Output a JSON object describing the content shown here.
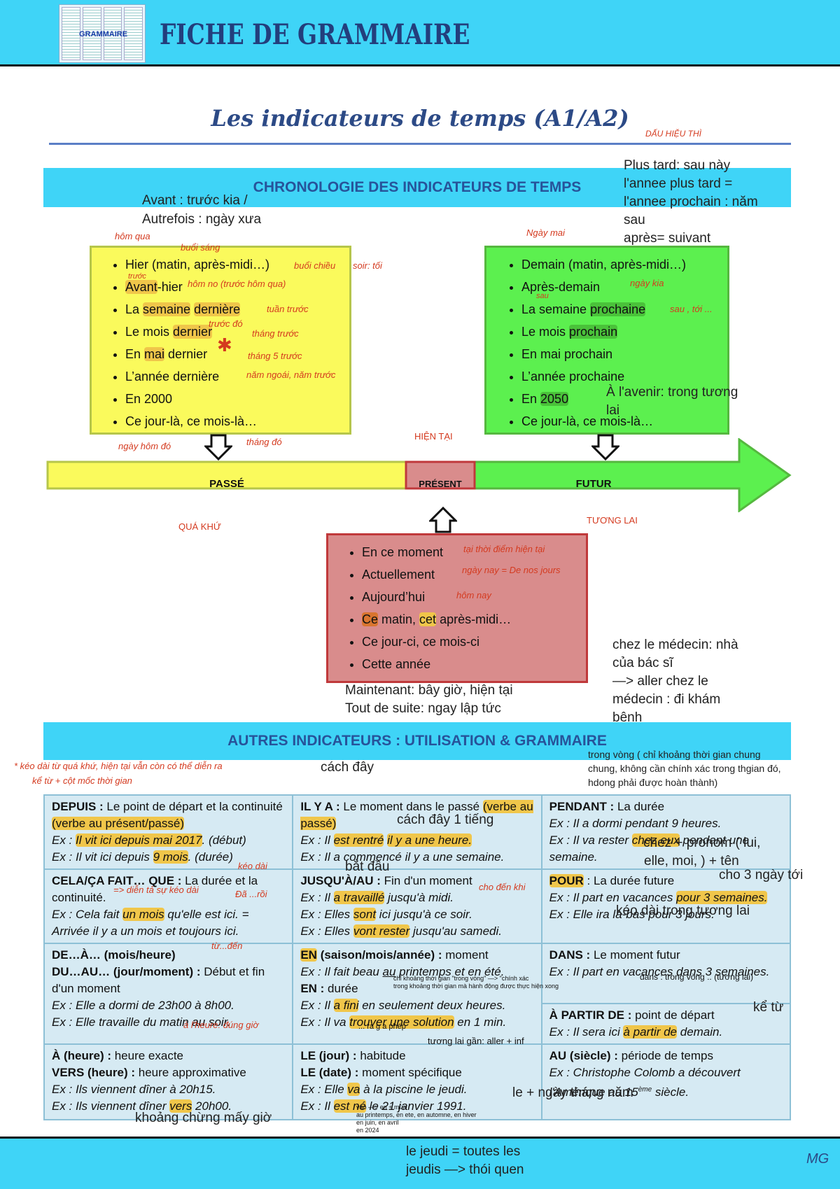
{
  "header": {
    "title": "FICHE DE GRAMMAIRE",
    "thumb_text": "GRAMMAIRE"
  },
  "title": "Les indicateurs de temps (A1/A2)",
  "title_note": "DẤU HIỆU THÌ",
  "section1": "CHRONOLOGIE DES INDICATEURS DE TEMPS",
  "section2": "AUTRES INDICATEURS : UTILISATION & GRAMMAIRE",
  "hand": {
    "avant1": "Avant : trước kia /",
    "avant2": "Autrefois   : ngày xưa",
    "plustard": [
      "Plus tard: sau này",
      "l'annee plus tard =",
      "l'annee prochain : năm",
      "sau",
      "après= suivant"
    ],
    "avenir1": "À l'avenir: trong tương",
    "avenir2": "lai",
    "maintenant1": "Maintenant: bây giờ, hiện tại",
    "maintenant2": "Tout de suite: ngay lập tức",
    "medecin": [
      "chez le médecin: nhà",
      "của bác sĩ",
      "—> aller chez le",
      "médecin : đi khám",
      "bệnh"
    ],
    "cachday": "cách đây",
    "trongvong": [
      "trong vòng ( chỉ khoảng thời gian chung",
      "chung, không cần chính xác trong thgian đó,",
      "hdong phải được hoàn thành)"
    ],
    "cachday1": "cách đây 1 tiếng",
    "chez": "chez + pronom ( lui,",
    "chez2": "elle, moi, ) + tên",
    "cho3": "cho 3 ngày tới",
    "batdau": "bắt đầu",
    "keodai": "kéo dài trong tương lai",
    "ketu": "kể từ",
    "lengay": "le + ngày tháng năm",
    "khoang": "khoảng chừng mấy giờ",
    "lejeudi1": "le jeudi = toutes les",
    "lejeudi2": "jeudis —> thói quen",
    "mg": "MG"
  },
  "notes": {
    "homqua": "hôm qua",
    "buoisang": "buổi sáng",
    "buoichieu": "buổi chiều",
    "soir": "soir: tối",
    "truoc": "trước",
    "homkia": "hôm no (trước hôm qua)",
    "tuantruoc": "tuần trước",
    "truocdo": "trước đó",
    "thangtruoc": "tháng trước",
    "thang5": "tháng 5 trước",
    "namngoai": "năm ngoái, năm trước",
    "ngayhomdo": "ngày hôm đó",
    "thangdo": "tháng đó",
    "ngaymai": "Ngày mai",
    "ngaykia": "ngày kia",
    "sau": "sau",
    "sautoi": "sau , tới ...",
    "hientai": "HIỆN TẠI",
    "quakhu": "QUÁ KHỨ",
    "tuonglai": "TƯƠNG LAI",
    "thoidiem": "tại thời điểm hiện tại",
    "ngaynay": "ngày nay = De nos jours",
    "homnay": "hôm nay",
    "keodaitu": "* kéo dài từ quá khứ, hiện tại vẫn còn có thể diễn ra",
    "ketumoc": "kể từ + cột mốc thời gian",
    "keodai": "kéo dài",
    "dienta": "=> diễn tả sự kéo dài",
    "daroi": "Đã ...rồi",
    "chodenkhi": "cho đến khi",
    "tuden": "từ...đến",
    "aheure": "à l'heure: đúng giờ"
  },
  "past": [
    "Hier (matin, après-midi…)",
    "Avant-hier",
    "La semaine dernière",
    "Le mois dernier",
    "En mai dernier",
    "L’année dernière",
    "En 2000",
    "Ce jour-là, ce mois-là…"
  ],
  "future": [
    "Demain (matin, après-midi…)",
    "Après-demain",
    "La semaine prochaine",
    "Le mois prochain",
    "En mai prochain",
    "L’année prochaine",
    "En 2050",
    "Ce jour-là, ce mois-là…"
  ],
  "present": [
    "En ce moment",
    "Actuellement",
    "Aujourd’hui",
    "Ce matin, cet après-midi…",
    "Ce jour-ci, ce mois-ci",
    "Cette année"
  ],
  "timeline": {
    "past": "PASSÉ",
    "present": "PRÉSENT",
    "future": "FUTUR"
  },
  "tiny": {
    "trongvong": "chỉ khoảng thời gian \"trong vòng\" —> \"chính xác",
    "trongvong2": "trong khoảng thời gian mà hành động được thực hiện xong",
    "tuonglai": "tương lai gần: aller + inf",
    "raphep": "... ra g a phép",
    "vao": [
      "vào —> en + mùa",
      "au printemps, en ete, en automne, en hiver",
      "en juin, en avril",
      "en 2024"
    ],
    "dans": "dans : trong vòng .. (tương lai)"
  },
  "colors": {
    "accent": "#3fd4f7",
    "yellow": "#fafa5c",
    "green": "#5cf04f",
    "red": "#d98c8c",
    "note": "#d43a1f"
  }
}
